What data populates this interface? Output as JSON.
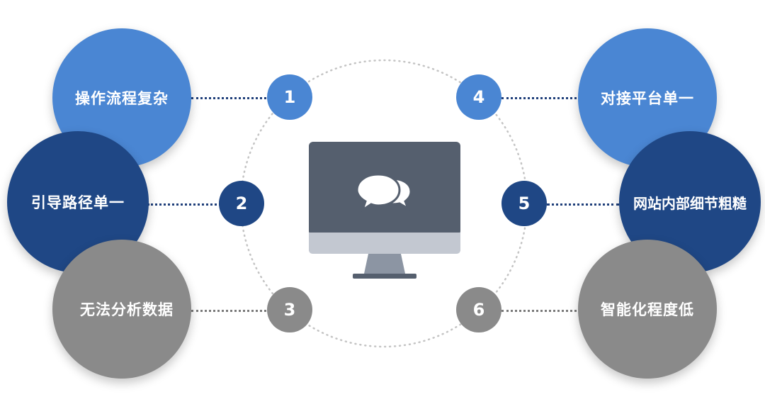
{
  "items": [
    {
      "num": "1",
      "label": "操作流程复杂"
    },
    {
      "num": "2",
      "label": "引导路径单一"
    },
    {
      "num": "3",
      "label": "无法分析数据"
    },
    {
      "num": "4",
      "label": "对接平台单一"
    },
    {
      "num": "5",
      "label": "网站内部细节粗糙"
    },
    {
      "num": "6",
      "label": "智能化程度低"
    }
  ],
  "center_icon": "chat-bubbles-icon",
  "colors": {
    "light_blue": "#4a86d3",
    "navy": "#1f4785",
    "gray": "#8a8a8a",
    "monitor_screen": "#555f6e",
    "monitor_chin": "#c3c8d1",
    "monitor_stand": "#8c95a3"
  }
}
